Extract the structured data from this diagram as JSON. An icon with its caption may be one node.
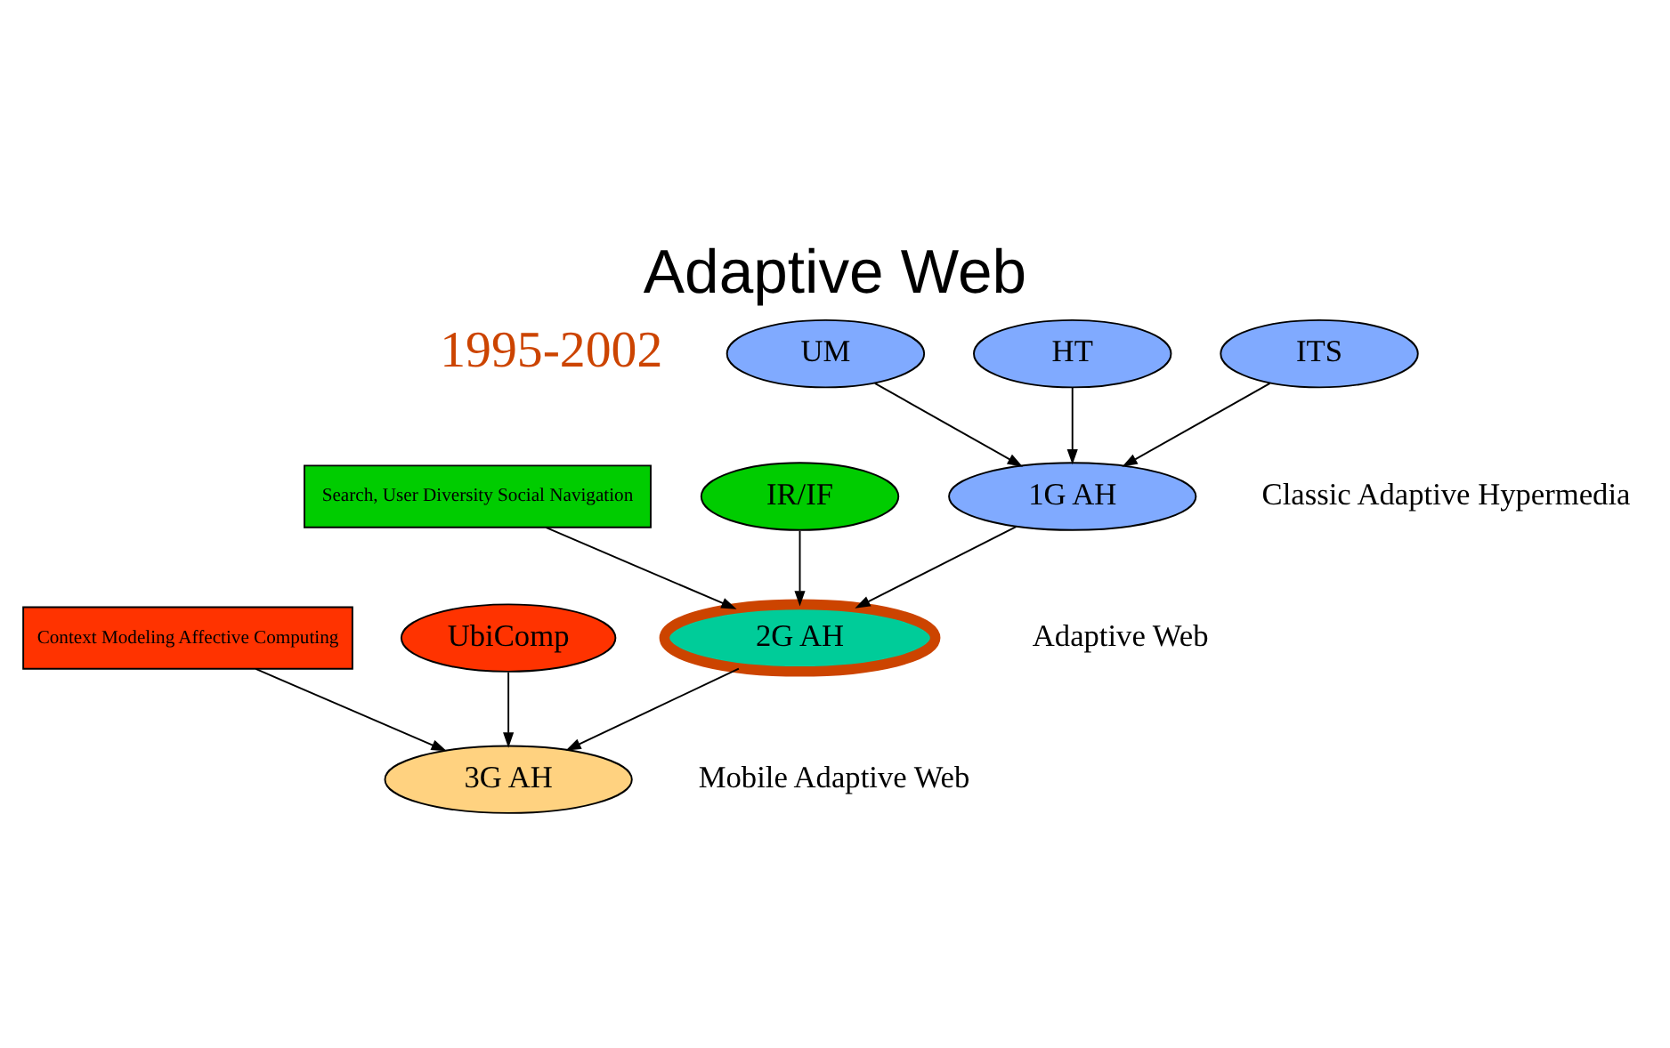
{
  "diagram": {
    "title": "Adaptive Web",
    "nodes": [
      {
        "text": [
          "UM"
        ]
      },
      {
        "text": [
          "HT"
        ]
      },
      {
        "text": [
          "ITS"
        ]
      },
      {
        "text": [
          "1G AH"
        ],
        "beside": [
          "Classic Adaptive Hypermedia"
        ]
      },
      {
        "text": [
          "Search, User Diversity Social Navigation"
        ]
      },
      {
        "text": [
          "IR/IF"
        ]
      },
      {
        "text": [
          "2G AH"
        ],
        "beside": [
          "Adaptive Web"
        ]
      },
      {
        "text": [
          "Context Modeling Affective Computing"
        ]
      },
      {
        "text": [
          "UbiComp"
        ]
      },
      {
        "text": [
          "3G AH"
        ],
        "beside": [
          "Mobile Adaptive Web"
        ]
      }
    ],
    "edges": [
      {
        "from": 0,
        "to": 3,
        "arrow": "to"
      },
      {
        "from": 1,
        "to": 3,
        "arrow": "to"
      },
      {
        "from": 2,
        "to": 3,
        "arrow": "to"
      },
      {
        "from": 4,
        "to": 6,
        "arrow": "to"
      },
      {
        "from": 5,
        "to": 6,
        "arrow": "to"
      },
      {
        "from": 3,
        "to": 6,
        "arrow": "to"
      },
      {
        "from": 7,
        "to": 9,
        "arrow": "to"
      },
      {
        "from": 8,
        "to": 9,
        "arrow": "to"
      },
      {
        "from": 6,
        "to": 9,
        "arrow": "to"
      }
    ],
    "labels": [
      "1995-2002"
    ]
  }
}
